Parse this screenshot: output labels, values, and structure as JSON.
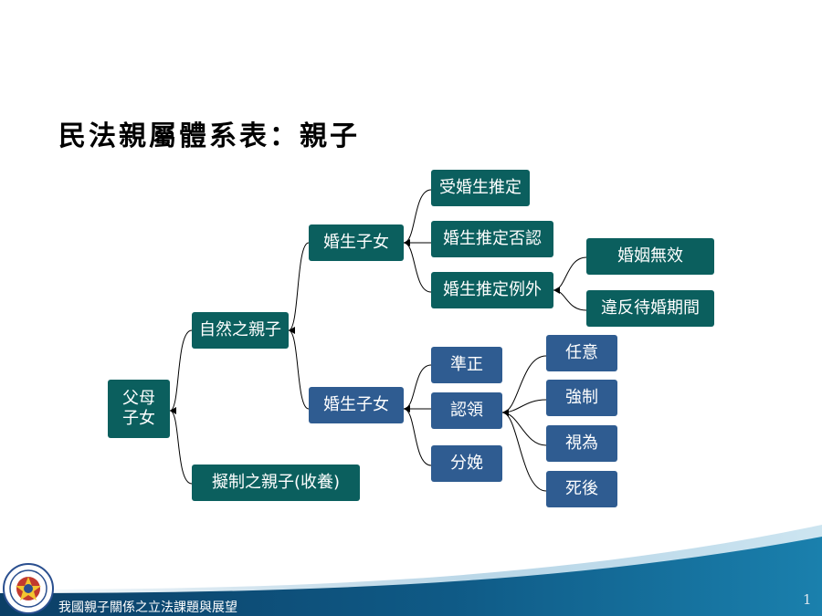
{
  "slide": {
    "title": "民法親屬體系表：親子",
    "footer": "我國親子關係之立法課題與展望",
    "page_number": "1"
  },
  "colors": {
    "teal": "#0b5f5e",
    "blue": "#2f5c91",
    "footer_band": "#0d4e7a"
  },
  "tree": {
    "root_line1": "父母",
    "root_line2": "子女",
    "natural": "自然之親子",
    "legal": "擬制之親子(收養)",
    "marital": {
      "label": "婚生子女",
      "presumed": "受婚生推定",
      "denial": "婚生推定否認",
      "exception": {
        "label": "婚生推定例外",
        "void": "婚姻無效",
        "period": "違反待婚期間"
      }
    },
    "nonmarital": {
      "label": "婚生子女",
      "legitimation": "準正",
      "acknowledgment": {
        "label": "認領",
        "voluntary": "任意",
        "compulsory": "強制",
        "deemed": "視為",
        "posthumous": "死後"
      },
      "upbringing": "分娩"
    }
  }
}
